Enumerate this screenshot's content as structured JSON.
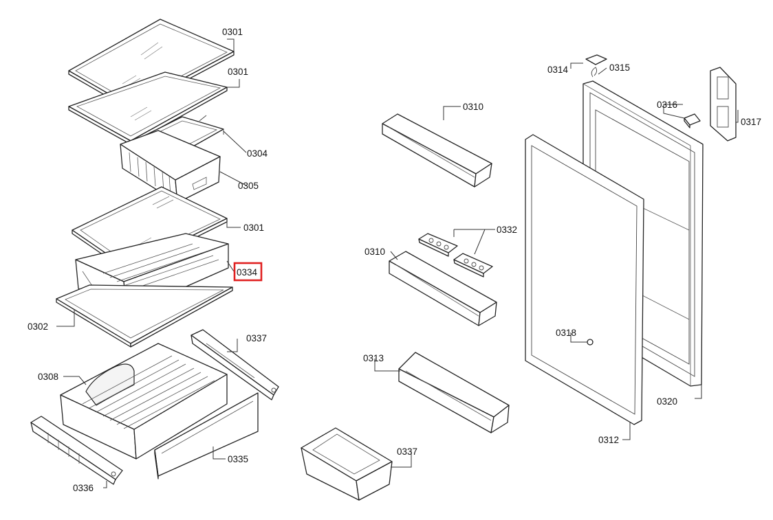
{
  "diagram": {
    "highlight_color": "#e02020",
    "labels": {
      "shelf_top": "0301",
      "shelf_second": "0301",
      "shelf_lower": "0301",
      "shelf_frame": "0304",
      "small_drawer": "0305",
      "chiller_tray": "0334",
      "bottom_shelf": "0302",
      "vegetable_drawer": "0308",
      "drawer_front_panel": "0335",
      "side_rail_left": "0336",
      "side_rail_right": "0337",
      "small_box": "0337",
      "bottle_shelf_top": "0310",
      "egg_trays": "0332",
      "door_shelf_middle": "0310",
      "door_shelf_bottom": "0313",
      "cover": "0314",
      "spring": "0315",
      "hinge_cover": "0316",
      "hinge": "0317",
      "pin": "0318",
      "door": "0320",
      "door_gasket": "0312"
    }
  }
}
